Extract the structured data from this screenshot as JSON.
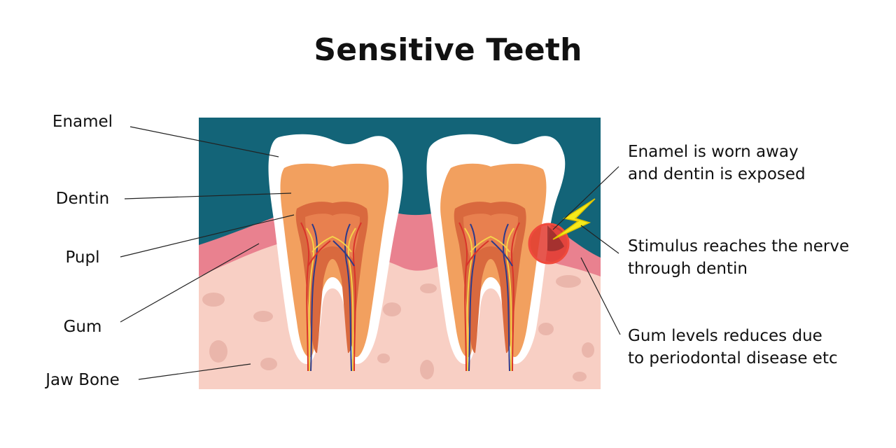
{
  "title": "Sensitive Teeth",
  "left_labels": {
    "enamel": "Enamel",
    "dentin": "Dentin",
    "pulp": "Pupl",
    "gum": "Gum",
    "jaw_bone": "Jaw Bone"
  },
  "annotations": {
    "enamel_worn": [
      "Enamel is worn away",
      "and dentin is exposed"
    ],
    "stimulus": [
      "Stimulus reaches the nerve",
      "through dentin"
    ],
    "gum_levels": [
      "Gum levels reduces due",
      "to periodontal disease etc"
    ]
  },
  "colors": {
    "background_teal": "#136478",
    "gum_pink": "#e9818f",
    "bone": "#f8cfc4",
    "enamel": "#ffffff",
    "dentin": "#f2a05f",
    "pulp": "#d9693e",
    "nerve_red": "#d9342b",
    "nerve_blue": "#2e3b8a",
    "stimulus_red": "#e23a2f",
    "lightning_yellow": "#f5ea1c"
  }
}
